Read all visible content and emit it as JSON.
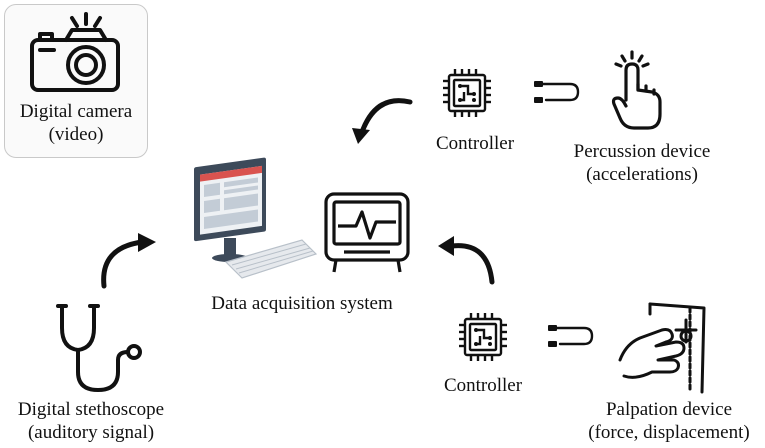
{
  "camera": {
    "label1": "Digital camera",
    "label2": "(video)",
    "icon": "camera-icon"
  },
  "controller_top": {
    "label": "Controller",
    "icon": "chip-icon"
  },
  "percussion": {
    "label1": "Percussion device",
    "label2": "(accelerations)",
    "icon": "finger-tap-icon"
  },
  "daq": {
    "label": "Data acquisition system",
    "icons": [
      "computer-icon",
      "monitor-icon"
    ]
  },
  "controller_bottom": {
    "label": "Controller",
    "icon": "chip-icon"
  },
  "palpation": {
    "label1": "Palpation device",
    "label2": "(force, displacement)",
    "icon": "hand-press-icon"
  },
  "stethoscope": {
    "label1": "Digital stethoscope",
    "label2": "(auditory signal)",
    "icon": "stethoscope-icon"
  },
  "colors": {
    "screen_accent": "#d9534f",
    "screen_body": "#3d4a5a",
    "line": "#111111"
  }
}
